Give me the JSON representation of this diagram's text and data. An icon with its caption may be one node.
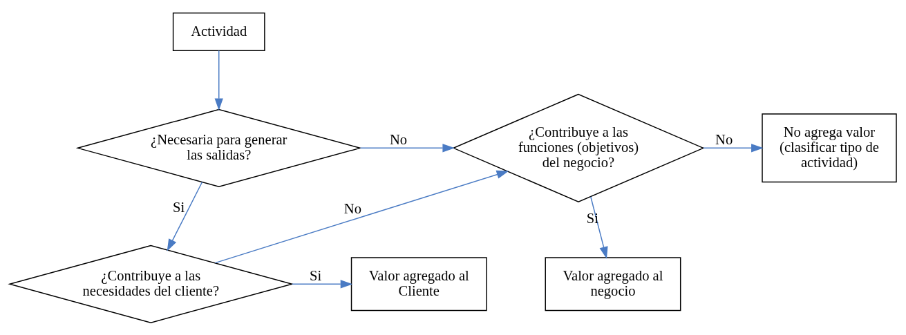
{
  "diagram": {
    "nodes": [
      {
        "text": [
          "Actividad"
        ]
      },
      {
        "text": [
          "¿Necesaria para generar las salidas?"
        ]
      },
      {
        "text": [
          "¿Contribuye a las funciones (objetivos) del negocio?"
        ]
      },
      {
        "text": [
          "No agrega valor (clasificar tipo de actividad)"
        ]
      },
      {
        "text": [
          "Valor agregado al Cliente"
        ]
      },
      {
        "text": [
          "¿Contribuye a las necesidades del cliente?"
        ]
      },
      {
        "text": [
          "Valor agregado al negocio"
        ]
      }
    ],
    "edges": [
      {
        "from": 0,
        "to": 1,
        "arrow": "to"
      },
      {
        "from": 1,
        "to": 2,
        "arrow": "to",
        "label": "No"
      },
      {
        "from": 1,
        "to": 5,
        "arrow": "to",
        "label": "Si"
      },
      {
        "from": 2,
        "to": 3,
        "arrow": "to",
        "label": "No"
      },
      {
        "from": 2,
        "to": 6,
        "arrow": "to",
        "label": "Si"
      },
      {
        "from": 5,
        "to": 4,
        "arrow": "to",
        "label": "Si"
      },
      {
        "from": 5,
        "to": 2,
        "arrow": "to",
        "label": "No"
      }
    ]
  }
}
